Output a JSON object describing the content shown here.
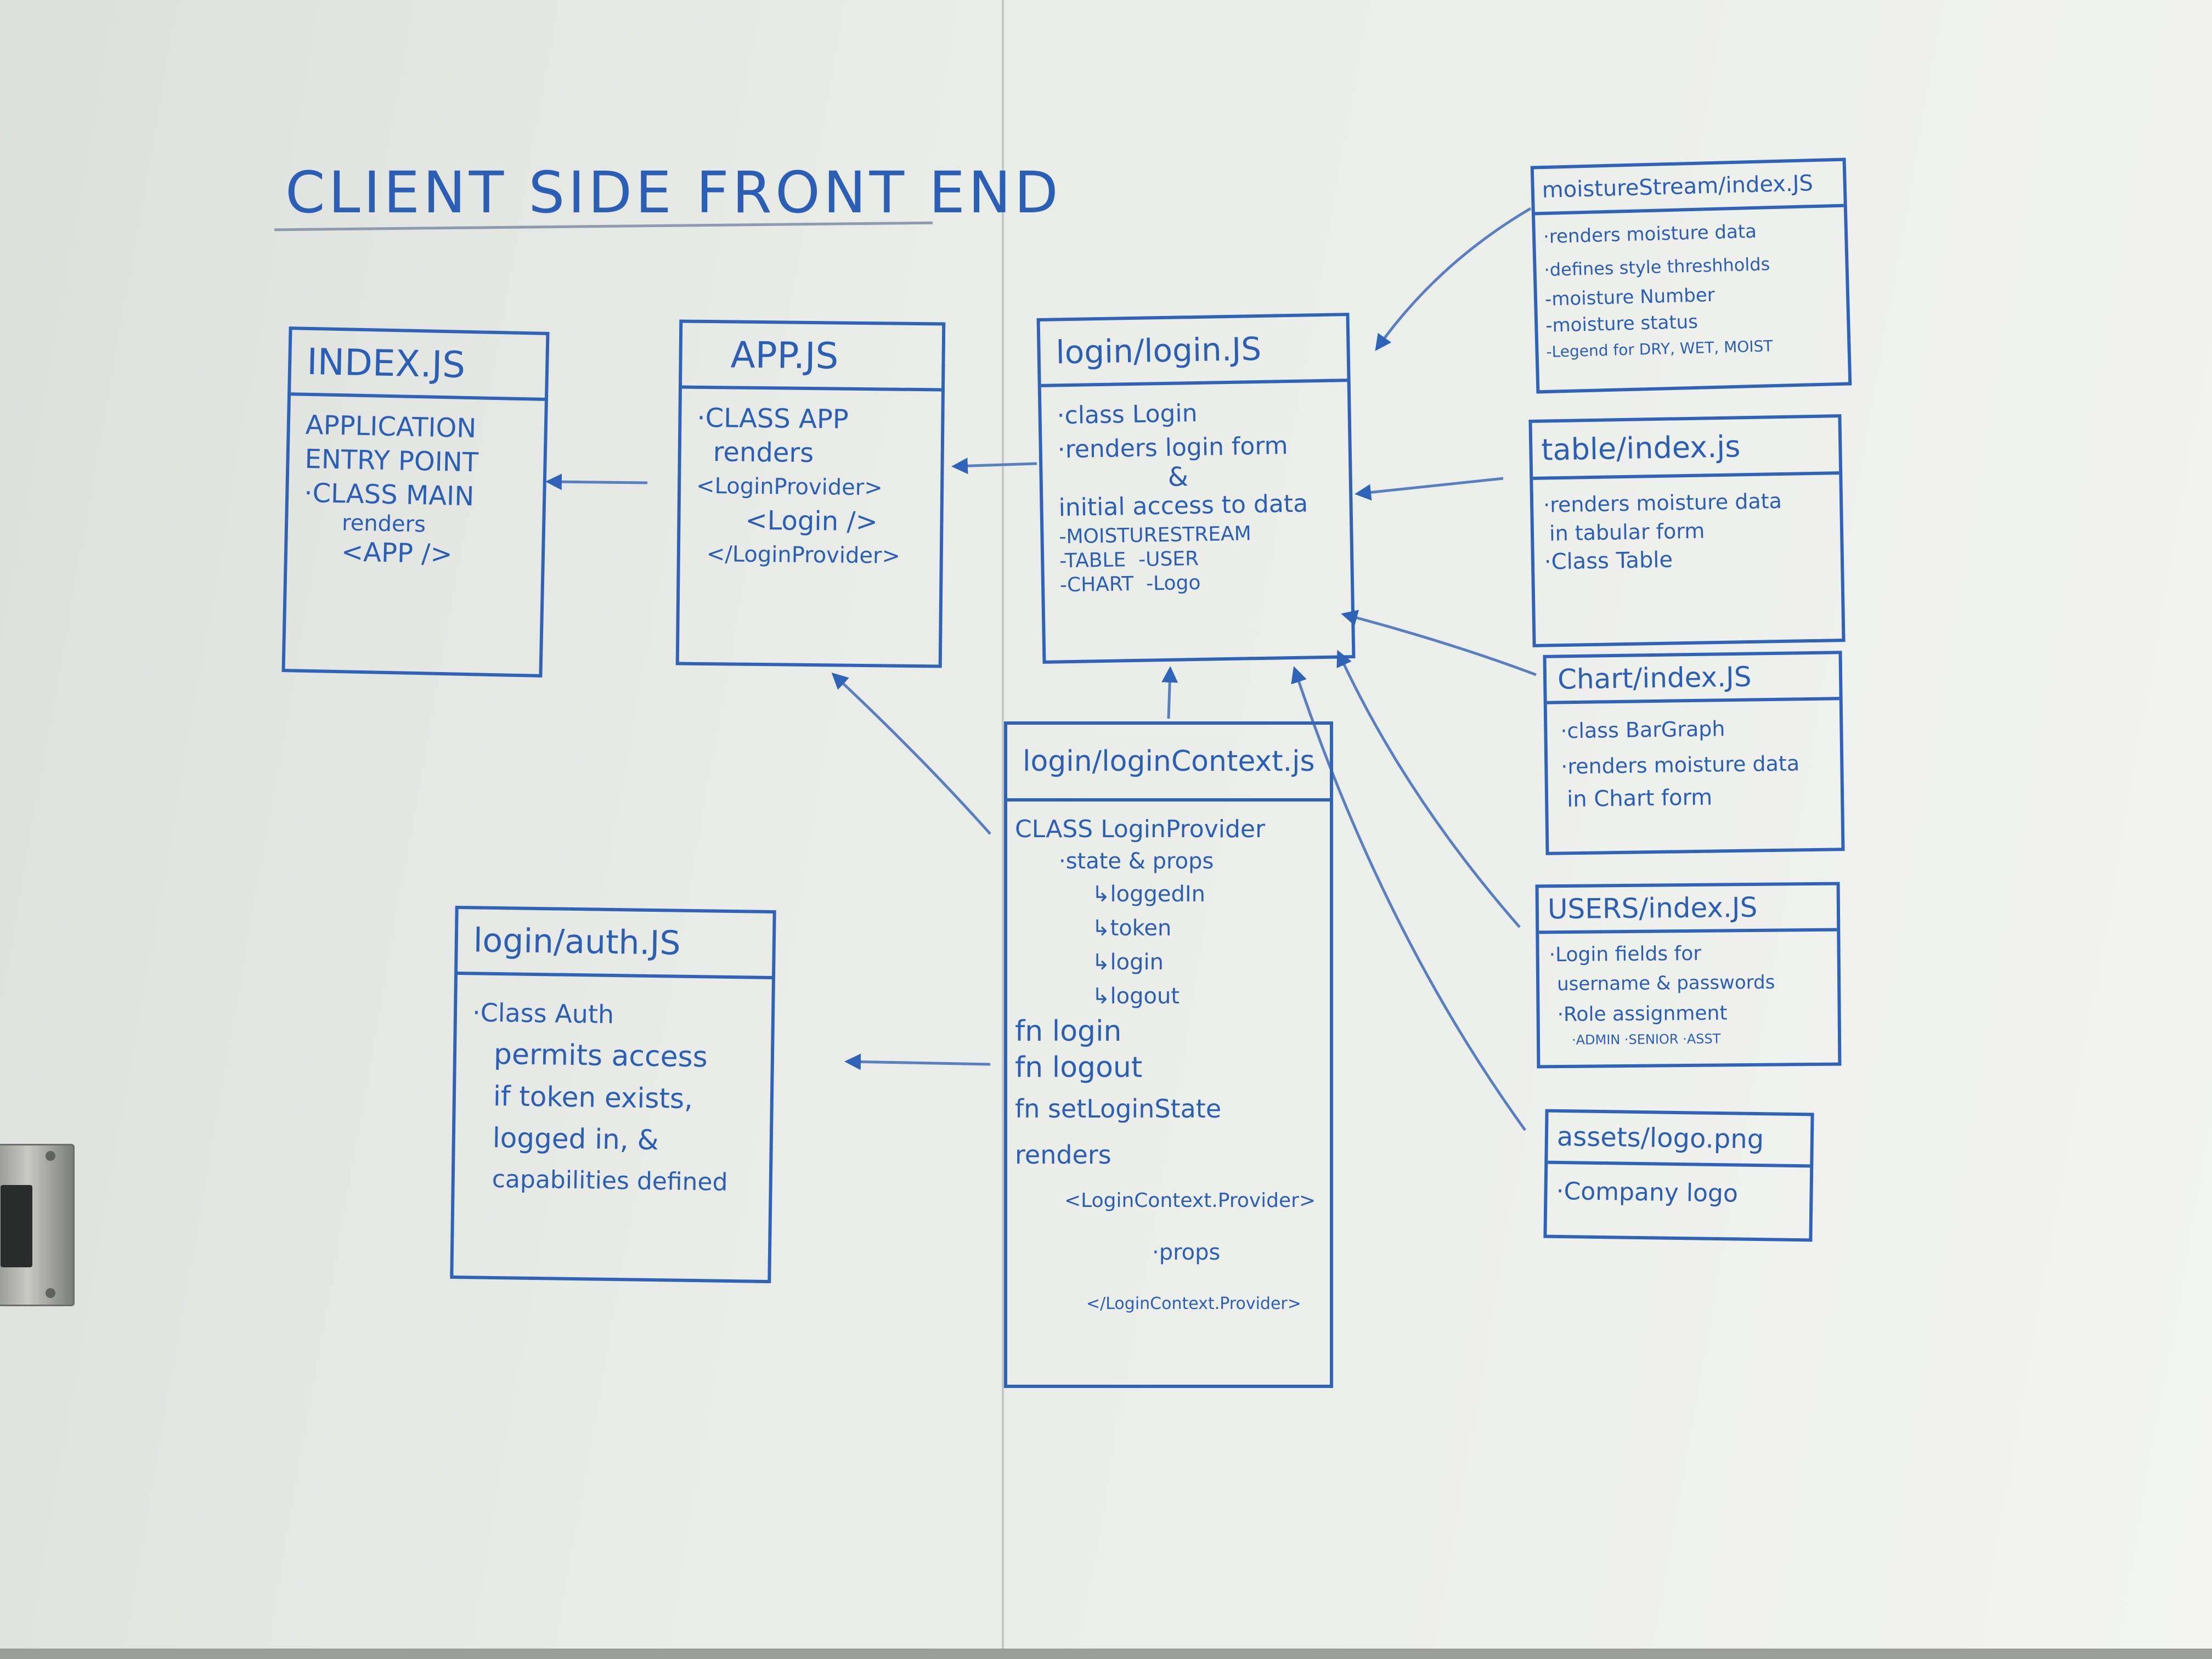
{
  "title": "CLIENT SIDE FRONT END",
  "nodes": {
    "index": {
      "header": "INDEX.JS",
      "lines": [
        "APPLICATION",
        "ENTRY POINT",
        "",
        "·CLASS MAIN",
        "renders",
        "<APP />"
      ]
    },
    "app": {
      "header": "APP.JS",
      "lines": [
        "·CLASS APP",
        "renders",
        "<LoginProvider>",
        "<Login />",
        "</LoginProvider>"
      ]
    },
    "login": {
      "header": "login/login.JS",
      "lines": [
        "·class Login",
        "·renders login form",
        "&",
        "initial access to data",
        "-MOISTURESTREAM",
        "-TABLE  -USER",
        "-CHART  -Logo"
      ]
    },
    "loginContext": {
      "header": "login/loginContext.js",
      "lines": [
        "CLASS LoginProvider",
        "·state & props",
        "↳loggedIn",
        "↳token",
        "↳login",
        "↳logout",
        "fn login",
        "fn logout",
        "fn setLoginState",
        "renders",
        "<LoginContext.Provider>",
        "·props",
        "</LoginContext.Provider>"
      ]
    },
    "auth": {
      "header": "login/auth.JS",
      "lines": [
        "·Class Auth",
        "permits access",
        "if token exists,",
        "logged in, &",
        "capabilities defined"
      ]
    },
    "moistureStream": {
      "header": "moistureStream/index.JS",
      "lines": [
        "·renders moisture data",
        "·defines style threshholds",
        "-moisture Number",
        "-moisture status",
        "-Legend for DRY, WET, MOIST"
      ]
    },
    "table": {
      "header": "table/index.js",
      "lines": [
        "·renders moisture data",
        "in tabular form",
        "",
        "·Class Table"
      ]
    },
    "chart": {
      "header": "Chart/index.JS",
      "lines": [
        "·class BarGraph",
        "·renders moisture data",
        "in Chart form"
      ]
    },
    "users": {
      "header": "USERS/index.JS",
      "lines": [
        "·Login fields for",
        "username & passwords",
        "·Role assignment",
        "·ADMIN ·SENIOR ·ASST"
      ]
    },
    "assets": {
      "header": "assets/logo.png",
      "lines": [
        "·Company logo"
      ]
    }
  }
}
